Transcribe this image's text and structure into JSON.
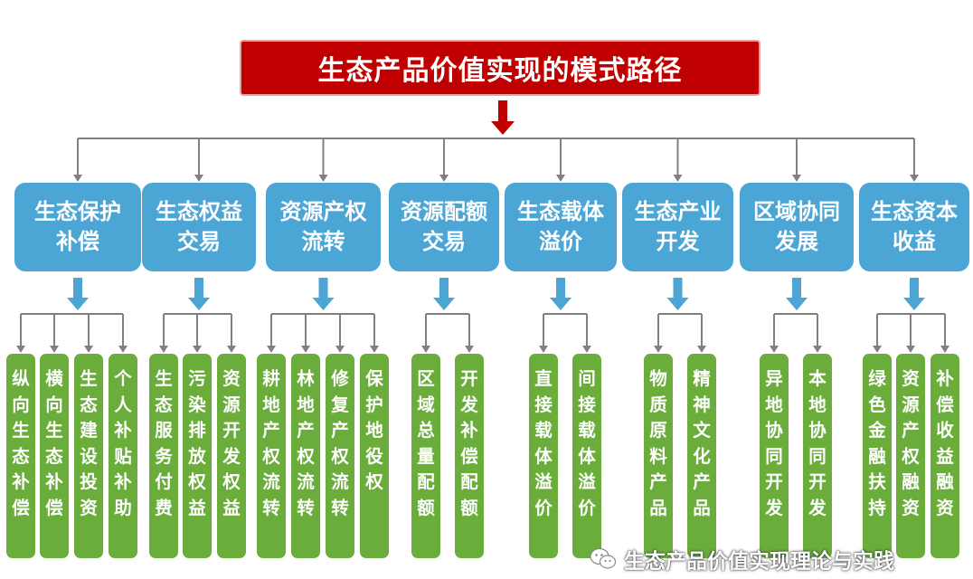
{
  "title": "生态产品价值实现的模式路径",
  "colors": {
    "title_bg": "#c00000",
    "arrow_red": "#c00000",
    "category_bg": "#4ba6d6",
    "leaf_bg": "#6aad3a",
    "line": "#808080"
  },
  "categories": [
    {
      "line1": "生态保护",
      "line2": "补偿",
      "leaves": [
        "纵向生态补偿",
        "横向生态补偿",
        "生态建设投资",
        "个人补贴补助"
      ]
    },
    {
      "line1": "生态权益",
      "line2": "交易",
      "leaves": [
        "生态服务付费",
        "污染排放权益",
        "资源开发权益"
      ]
    },
    {
      "line1": "资源产权",
      "line2": "流转",
      "leaves": [
        "耕地产权流转",
        "林地产权流转",
        "修复产权流转",
        "保护地役权"
      ]
    },
    {
      "line1": "资源配额",
      "line2": "交易",
      "leaves": [
        "区域总量配额",
        "开发补偿配额"
      ]
    },
    {
      "line1": "生态载体",
      "line2": "溢价",
      "leaves": [
        "直接载体溢价",
        "间接载体溢价"
      ]
    },
    {
      "line1": "生态产业",
      "line2": "开发",
      "leaves": [
        "物质原料产品",
        "精神文化产品"
      ]
    },
    {
      "line1": "区域协同",
      "line2": "发展",
      "leaves": [
        "异地协同开发",
        "本地协同开发"
      ]
    },
    {
      "line1": "生态资本",
      "line2": "收益",
      "leaves": [
        "绿色金融扶持",
        "资源产权融资",
        "补偿收益融资"
      ]
    }
  ],
  "watermark": {
    "icon": "wechat-icon",
    "text": "生态产品价值实现理论与实践"
  }
}
